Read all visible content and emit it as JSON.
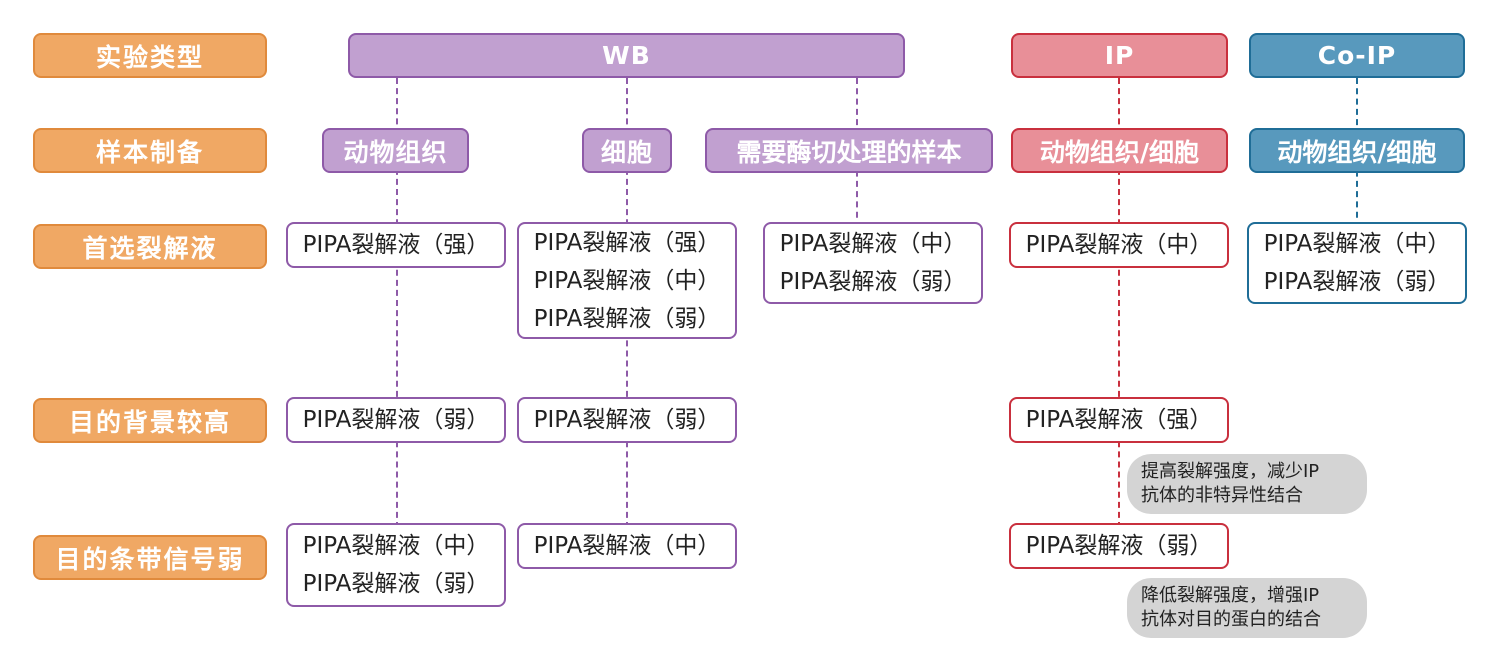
{
  "row_labels": [
    "实验类型",
    "样本制备",
    "首选裂解液",
    "目的背景较高",
    "目的条带信号弱"
  ],
  "experiments": {
    "wb": "WB",
    "ip": "IP",
    "coip": "Co-IP"
  },
  "samples": {
    "wb_tissue": "动物组织",
    "wb_cell": "细胞",
    "wb_enzyme": "需要酶切处理的样本",
    "ip": "动物组织/细胞",
    "coip": "动物组织/细胞"
  },
  "preferred": {
    "wb_tissue": [
      "PIPA裂解液（强）"
    ],
    "wb_cell": [
      "PIPA裂解液（强）",
      "PIPA裂解液（中）",
      "PIPA裂解液（弱）"
    ],
    "wb_enzyme": [
      "PIPA裂解液（中）",
      "PIPA裂解液（弱）"
    ],
    "ip": [
      "PIPA裂解液（中）"
    ],
    "coip": [
      "PIPA裂解液（中）",
      "PIPA裂解液（弱）"
    ]
  },
  "high_background": {
    "wb_tissue": [
      "PIPA裂解液（弱）"
    ],
    "wb_cell": [
      "PIPA裂解液（弱）"
    ],
    "ip": [
      "PIPA裂解液（强）"
    ],
    "ip_note": [
      "提高裂解强度，减少IP",
      "抗体的非特异性结合"
    ]
  },
  "weak_signal": {
    "wb_tissue": [
      "PIPA裂解液（中）",
      "PIPA裂解液（弱）"
    ],
    "wb_cell": [
      "PIPA裂解液（中）"
    ],
    "ip": [
      "PIPA裂解液（弱）"
    ],
    "ip_note": [
      "降低裂解强度，增强IP",
      "抗体对目的蛋白的结合"
    ]
  },
  "colors": {
    "label": "#f0a864",
    "wb": "#c1a0d0",
    "ip": "#e88f98",
    "coip": "#5899bd"
  }
}
